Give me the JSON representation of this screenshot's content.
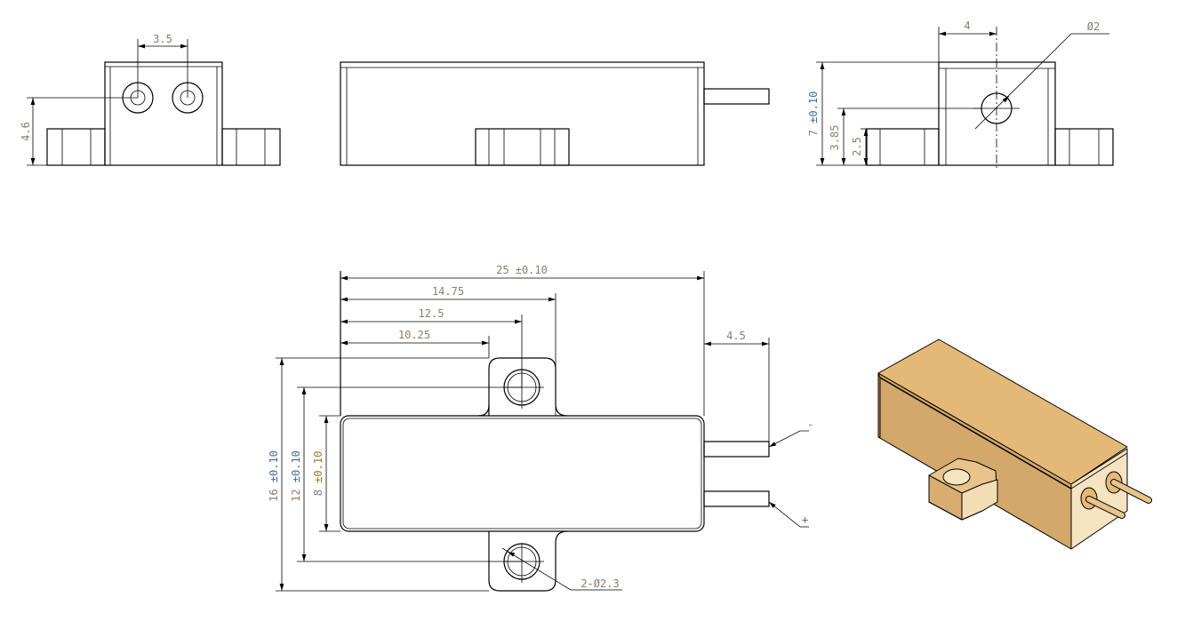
{
  "front_view": {
    "pin_spacing": "3.5",
    "pin_height": "4.6"
  },
  "side_view": {},
  "end_view": {
    "pin_offset": "4",
    "pin_diameter": "Ø2",
    "height": "7",
    "height_tol": "±0.10",
    "pin_center_height": "3.85",
    "flange_height": "2.5"
  },
  "top_view": {
    "length": "25",
    "length_tol": "±0.10",
    "dim_lug_outer": "14.75",
    "dim_lug_center": "12.5",
    "dim_lug_inner": "10.25",
    "pin_length": "4.5",
    "overall_width": "16",
    "overall_width_tol": "±0.10",
    "hole_spacing": "12",
    "hole_spacing_tol": "±0.10",
    "body_width": "8",
    "body_width_tol": "±0.10",
    "hole_callout": "2-Ø2.3",
    "pin_minus": "-",
    "pin_plus": "+"
  },
  "colors": {
    "top": "#e4b877",
    "front": "#d4a76a",
    "end": "#f6e3bf",
    "text": "#8a7d70"
  }
}
